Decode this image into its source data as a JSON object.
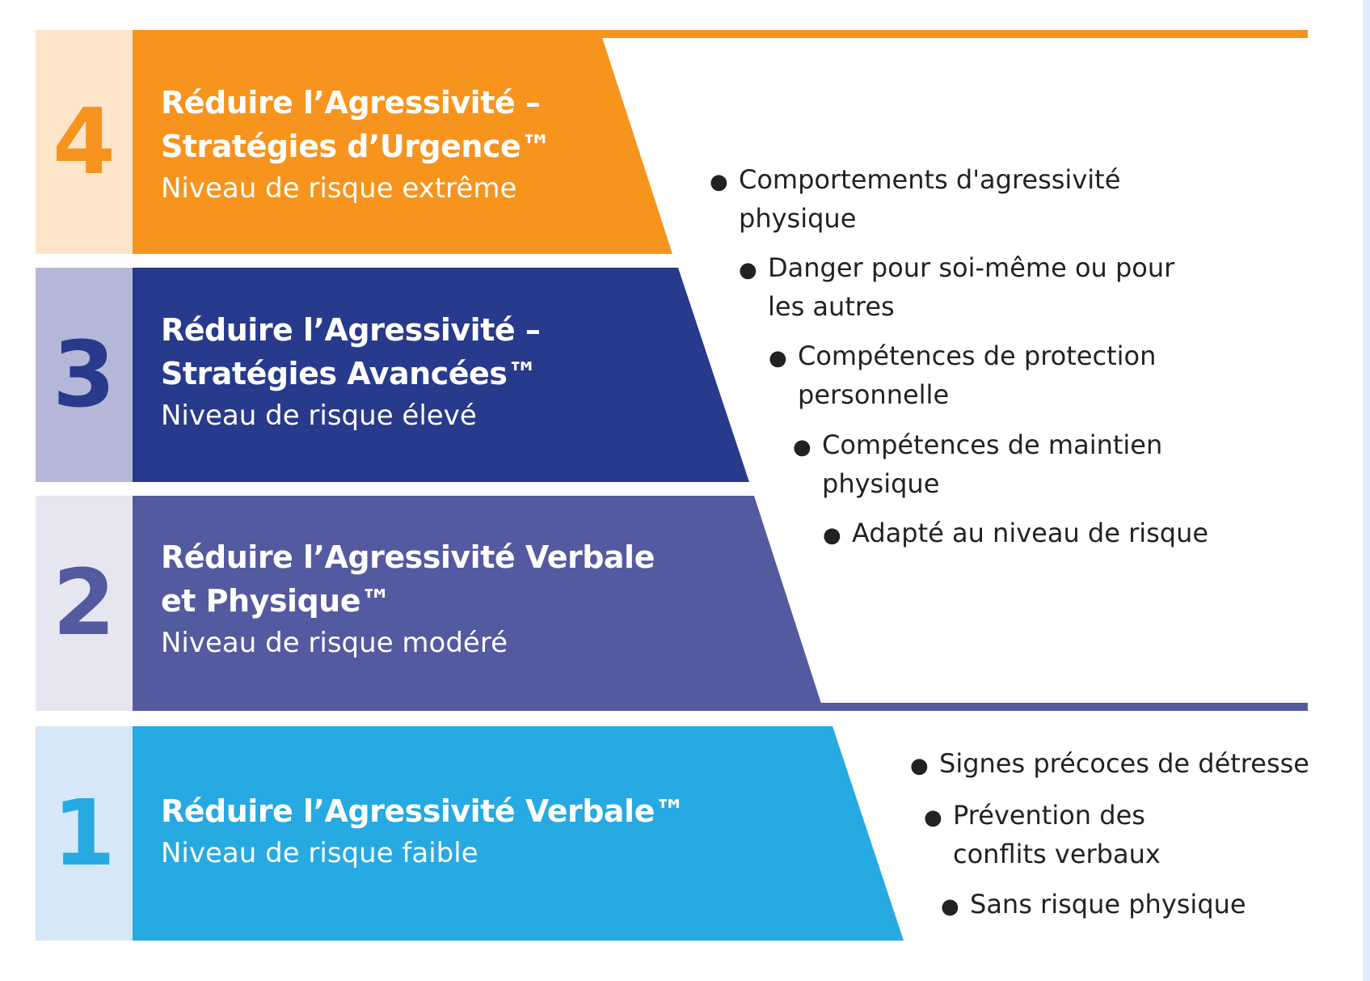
{
  "colors": {
    "level4": "#f7941d",
    "level4_light": "#fde5c9",
    "level3": "#283a8c",
    "level3_light": "#b5b7d8",
    "level2": "#545aa0",
    "level2_light": "#e6e6f1",
    "level1": "#27a9e1",
    "level1_light": "#d6e8f8"
  },
  "levels": [
    {
      "number": "4",
      "title_line1": "Réduire l’Agressivité –",
      "title_line2": "Stratégies d’Urgence™",
      "subtitle": "Niveau de risque extrême"
    },
    {
      "number": "3",
      "title_line1": "Réduire l’Agressivité –",
      "title_line2": "Stratégies Avancées™",
      "subtitle": "Niveau de risque élevé"
    },
    {
      "number": "2",
      "title_line1": "Réduire l’Agressivité Verbale",
      "title_line2": "et Physique™",
      "subtitle": "Niveau de risque modéré"
    },
    {
      "number": "1",
      "title_line1": "Réduire l’Agressivité Verbale™",
      "subtitle": "Niveau de risque faible"
    }
  ],
  "upper_bullets": [
    {
      "line1": "Comportements d'agressivité",
      "line2": "physique"
    },
    {
      "line1": "Danger pour soi-même ou pour",
      "line2": "les autres"
    },
    {
      "line1": "Compétences de protection",
      "line2": "personnelle"
    },
    {
      "line1": "Compétences de maintien",
      "line2": "physique"
    },
    {
      "line1": "Adapté au niveau de risque"
    }
  ],
  "lower_bullets": [
    {
      "line1": "Signes précoces de détresse"
    },
    {
      "line1": "Prévention des",
      "line2": "conflits verbaux"
    },
    {
      "line1": "Sans risque physique"
    }
  ]
}
